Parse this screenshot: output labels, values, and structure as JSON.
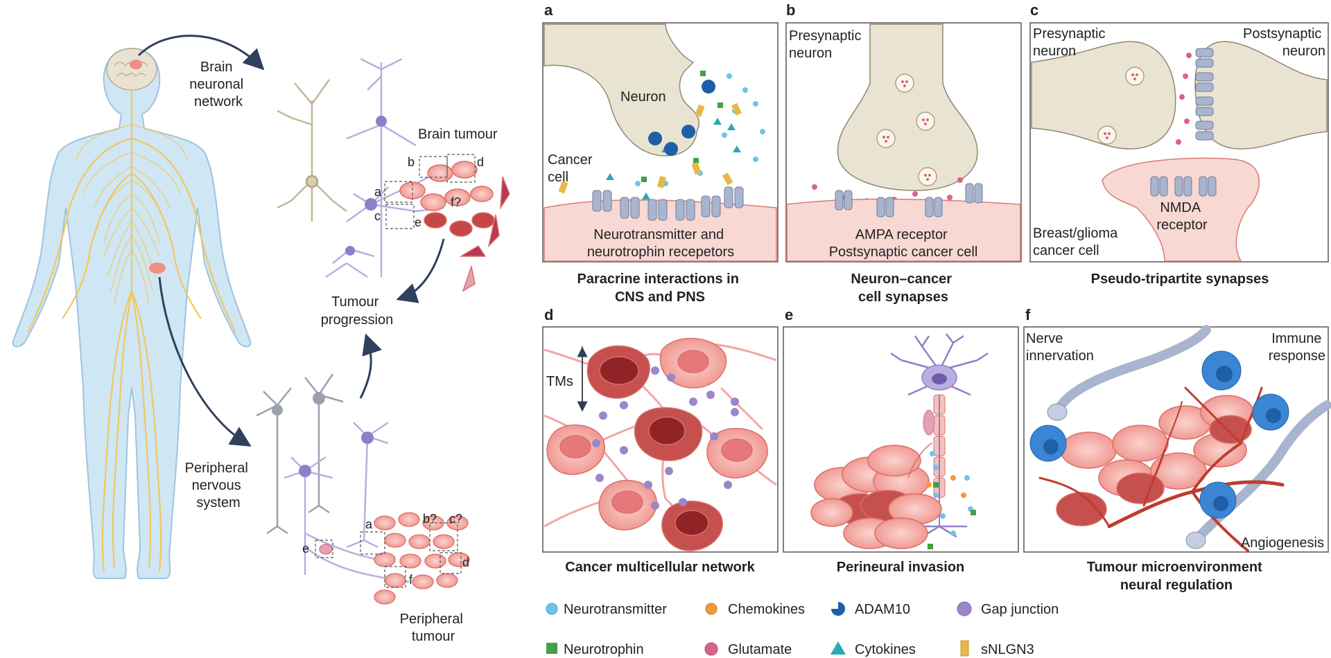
{
  "overview": {
    "brain_network": [
      "Brain",
      "neuronal",
      "network"
    ],
    "brain_tumour": "Brain tumour",
    "tumour_progression": [
      "Tumour",
      "progression"
    ],
    "pns": [
      "Peripheral",
      "nervous",
      "system"
    ],
    "peripheral_tumour": [
      "Peripheral",
      "tumour"
    ],
    "brain_insets": {
      "a": "a",
      "b": "b",
      "c": "c",
      "d": "d",
      "e": "e",
      "f": "f?"
    },
    "periph_insets": {
      "a": "a",
      "b": "b?",
      "c": "c?",
      "d": "d",
      "e": "e",
      "f": "f"
    }
  },
  "panels": {
    "a": {
      "letter": "a",
      "neuron": "Neuron",
      "cancer_cell": [
        "Cancer",
        "cell"
      ],
      "receptors": [
        "Neurotransmitter and",
        "neurotrophin recepetors"
      ],
      "caption": [
        "Paracrine interactions in",
        "CNS and PNS"
      ]
    },
    "b": {
      "letter": "b",
      "presynaptic": [
        "Presynaptic",
        "neuron"
      ],
      "receptor": [
        "AMPA receptor",
        "Postsynaptic cancer cell"
      ],
      "caption": [
        "Neuron–cancer",
        "cell synapses"
      ]
    },
    "c": {
      "letter": "c",
      "presynaptic": [
        "Presynaptic",
        "neuron"
      ],
      "postsynaptic": [
        "Postsynaptic",
        "neuron"
      ],
      "nmda": [
        "NMDA",
        "receptor"
      ],
      "cancer_cell": [
        "Breast/glioma",
        "cancer cell"
      ],
      "caption": [
        "Pseudo-tripartite synapses"
      ]
    },
    "d": {
      "letter": "d",
      "tms": "TMs",
      "caption": [
        "Cancer multicellular network"
      ]
    },
    "e": {
      "letter": "e",
      "caption": [
        "Perineural invasion"
      ]
    },
    "f": {
      "letter": "f",
      "nerve": [
        "Nerve",
        "innervation"
      ],
      "immune": [
        "Immune",
        "response"
      ],
      "angio": "Angiogenesis",
      "caption": [
        "Tumour microenvironment",
        "neural regulation"
      ]
    }
  },
  "legend": [
    {
      "label": "Neurotransmitter",
      "shape": "circle",
      "color": "#6fc3ea"
    },
    {
      "label": "Chemokines",
      "shape": "circle",
      "color": "#f39a3a"
    },
    {
      "label": "ADAM10",
      "shape": "pacman",
      "color": "#1f5fa8"
    },
    {
      "label": "Gap junction",
      "shape": "circle",
      "color": "#9b86c9"
    },
    {
      "label": "Neurotrophin",
      "shape": "square",
      "color": "#43a047"
    },
    {
      "label": "Glutamate",
      "shape": "circle",
      "color": "#d9648a"
    },
    {
      "label": "Cytokines",
      "shape": "triangle",
      "color": "#29a8b8"
    },
    {
      "label": "sNLGN3",
      "shape": "rect",
      "color": "#e6b84a"
    }
  ],
  "colors": {
    "nerve": "#f1c75b",
    "body": "#cfe6f4",
    "neuron_purple": "#b9aee0",
    "neuron_beige": "#e9e4d2",
    "cancer_pink": "#f4a7a0",
    "cancer_dark": "#a8363a",
    "receptor": "#a9b5cf",
    "arrow": "#2f3f5c",
    "immune": "#3b86d4"
  }
}
